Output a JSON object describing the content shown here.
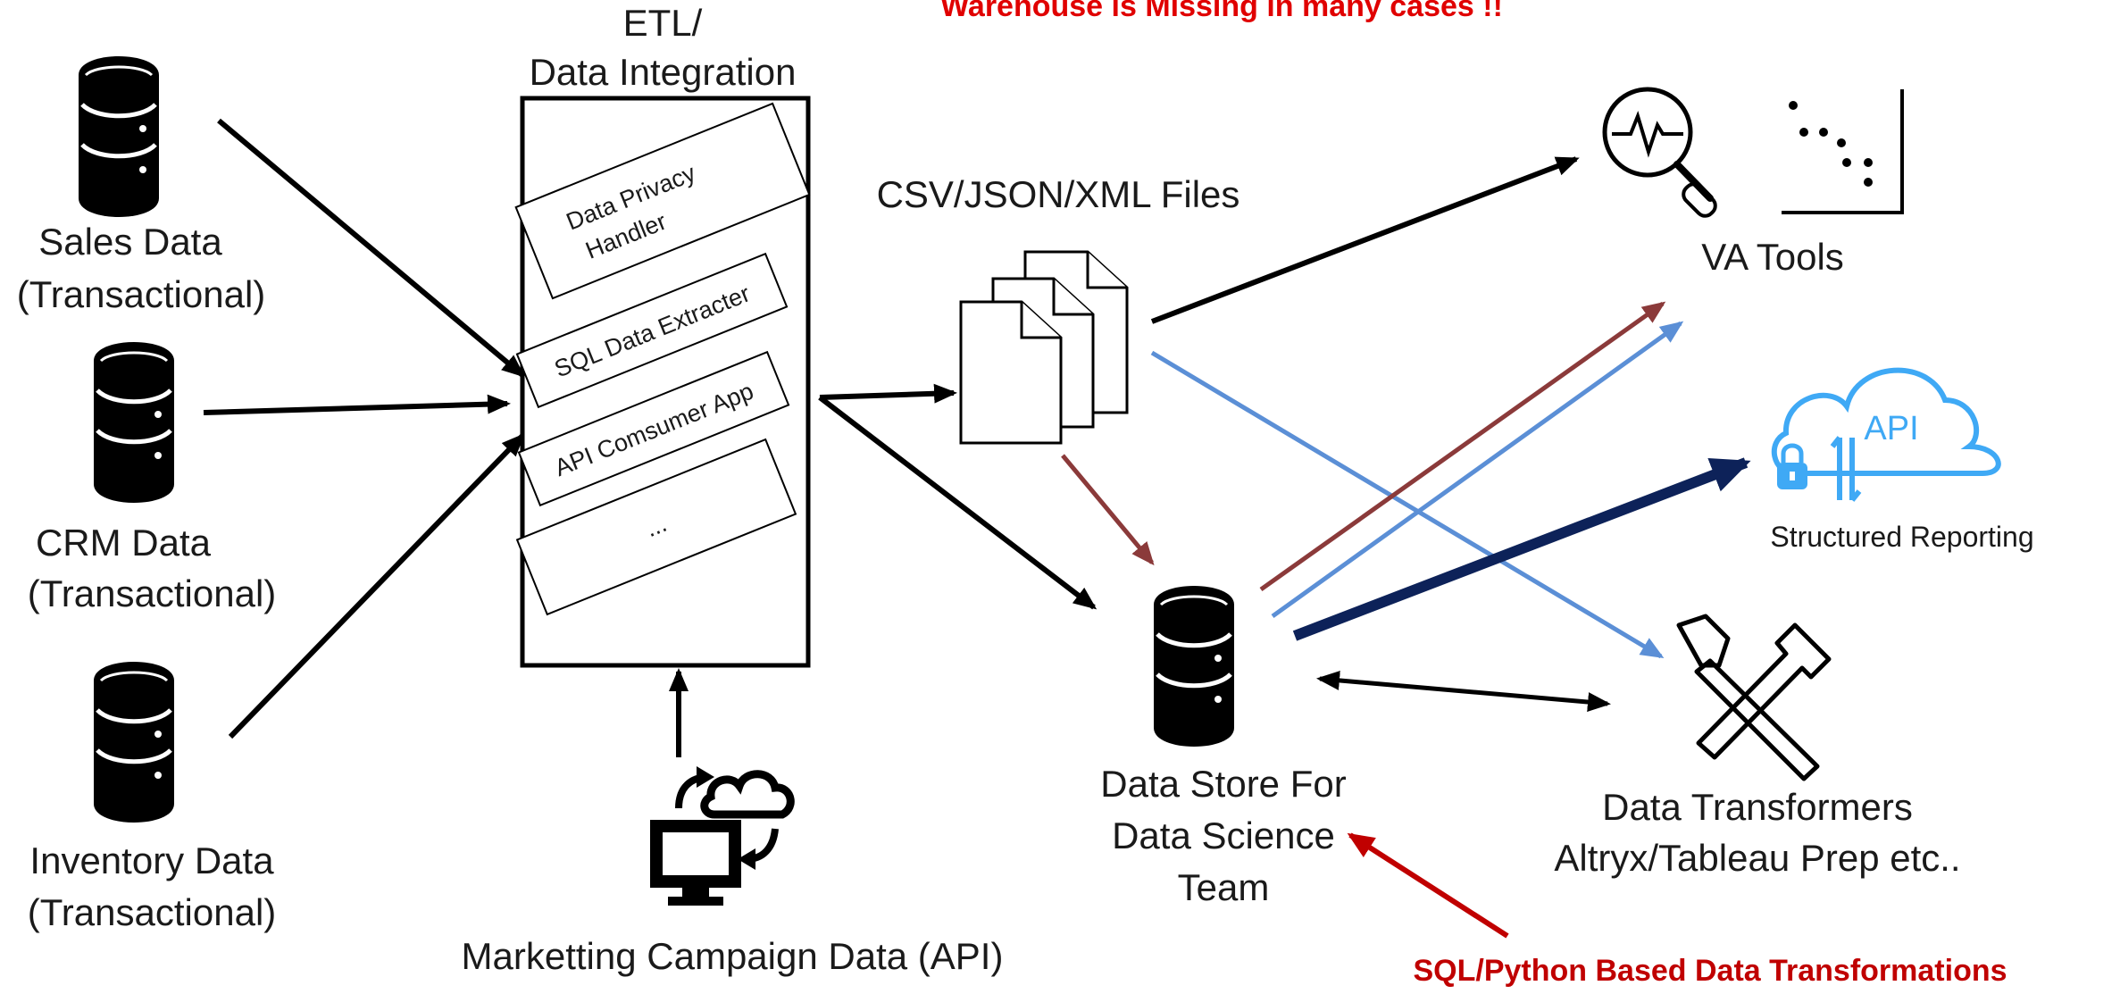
{
  "warning_note": "Warehouse is Missing in many cases !!",
  "etl": {
    "title_line1": "ETL/",
    "title_line2": "Data Integration",
    "components": [
      "Data Privacy",
      "Handler",
      "SQL Data Extracter",
      "API Comsumer App",
      "..."
    ]
  },
  "sources": {
    "sales": {
      "line1": "Sales Data",
      "line2": "(Transactional)"
    },
    "crm": {
      "line1": "CRM Data",
      "line2": "(Transactional)"
    },
    "inventory": {
      "line1": "Inventory Data",
      "line2": "(Transactional)"
    },
    "marketing": {
      "label": "Marketting Campaign Data (API)"
    }
  },
  "files": {
    "label": "CSV/JSON/XML Files"
  },
  "va_tools": {
    "label": "VA Tools"
  },
  "api": {
    "icon_text": "API",
    "label": "Structured Reporting"
  },
  "data_store": {
    "line1": "Data Store For",
    "line2": "Data Science",
    "line3": "Team"
  },
  "transformers": {
    "line1": "Data Transformers",
    "line2": "Altryx/Tableau Prep etc.."
  },
  "sql_note": "SQL/Python Based Data Transformations",
  "colors": {
    "black": "#000000",
    "dark_red": "#8b3a3a",
    "light_blue": "#5b8fd6",
    "navy": "#0d2259",
    "red_text": "#e00000",
    "red_arrow": "#c00000",
    "cloud_blue": "#3fa9f5"
  }
}
